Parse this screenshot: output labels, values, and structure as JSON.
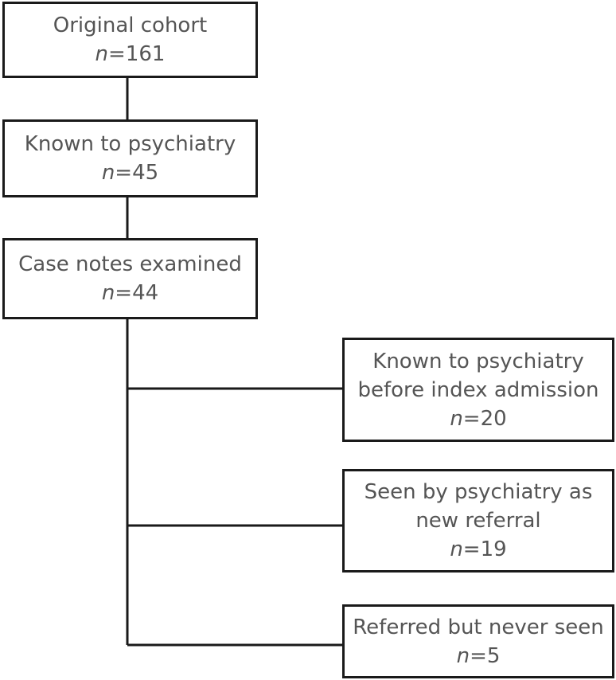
{
  "flowchart": {
    "nodes": [
      {
        "id": "original-cohort",
        "lines": [
          "Original cohort"
        ],
        "n_prefix": "n",
        "n_value": "=161"
      },
      {
        "id": "known-to-psychiatry",
        "lines": [
          "Known to psychiatry"
        ],
        "n_prefix": "n",
        "n_value": "=45"
      },
      {
        "id": "case-notes-examined",
        "lines": [
          "Case notes examined"
        ],
        "n_prefix": "n",
        "n_value": "=44"
      },
      {
        "id": "known-before-index",
        "lines": [
          "Known to psychiatry",
          "before index admission"
        ],
        "n_prefix": "n",
        "n_value": "=20"
      },
      {
        "id": "seen-new-referral",
        "lines": [
          "Seen by psychiatry as",
          "new referral"
        ],
        "n_prefix": "n",
        "n_value": "=19"
      },
      {
        "id": "referred-never-seen",
        "lines": [
          "Referred but never seen"
        ],
        "n_prefix": "n",
        "n_value": "=5"
      }
    ],
    "edges": [
      {
        "from": "original-cohort",
        "to": "known-to-psychiatry"
      },
      {
        "from": "known-to-psychiatry",
        "to": "case-notes-examined"
      },
      {
        "from": "case-notes-examined",
        "to": "known-before-index"
      },
      {
        "from": "case-notes-examined",
        "to": "seen-new-referral"
      },
      {
        "from": "case-notes-examined",
        "to": "referred-never-seen"
      }
    ],
    "colors": {
      "border": "#1a1a1a",
      "text": "#555555",
      "background": "#ffffff"
    }
  }
}
